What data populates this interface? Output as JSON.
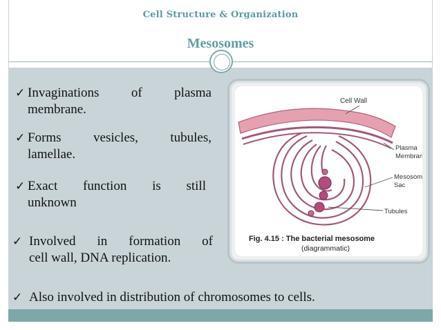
{
  "header": {
    "course_title": "Cell Structure & Organization",
    "slide_title": "Mesosomes"
  },
  "bullets": [
    {
      "lines": [
        [
          "Invaginations",
          "of",
          "plasma"
        ],
        [
          "membrane."
        ]
      ]
    },
    {
      "lines": [
        [
          "Forms",
          "vesicles,",
          "tubules,"
        ],
        [
          "lamellae."
        ]
      ]
    },
    {
      "lines": [
        [
          "Exact",
          "function",
          "is",
          "still"
        ],
        [
          "unknown"
        ]
      ]
    },
    {
      "lines": [
        [
          "Involved",
          "in",
          "formation",
          "of"
        ],
        [
          "cell wall, DNA replication."
        ]
      ]
    },
    {
      "lines": [
        [
          "Also involved in distribution of chromosomes to cells."
        ]
      ]
    }
  ],
  "figure": {
    "labels": {
      "cell_wall": "Cell Wall",
      "plasma": "Plasma",
      "membrane": "Membrane",
      "mesosome": "Mesosome",
      "sac": "Sac",
      "tubules": "Tubules"
    },
    "caption_line1": "Fig. 4.15 : The bacterial mesosome",
    "caption_line2": "(diagrammatic)"
  },
  "colors": {
    "accent": "#5f9ea8",
    "panel": "#c9d4d9",
    "footer": "#7fa6a8",
    "cell_wall": "#d98ea0",
    "mesosome": "#b04d7a"
  }
}
